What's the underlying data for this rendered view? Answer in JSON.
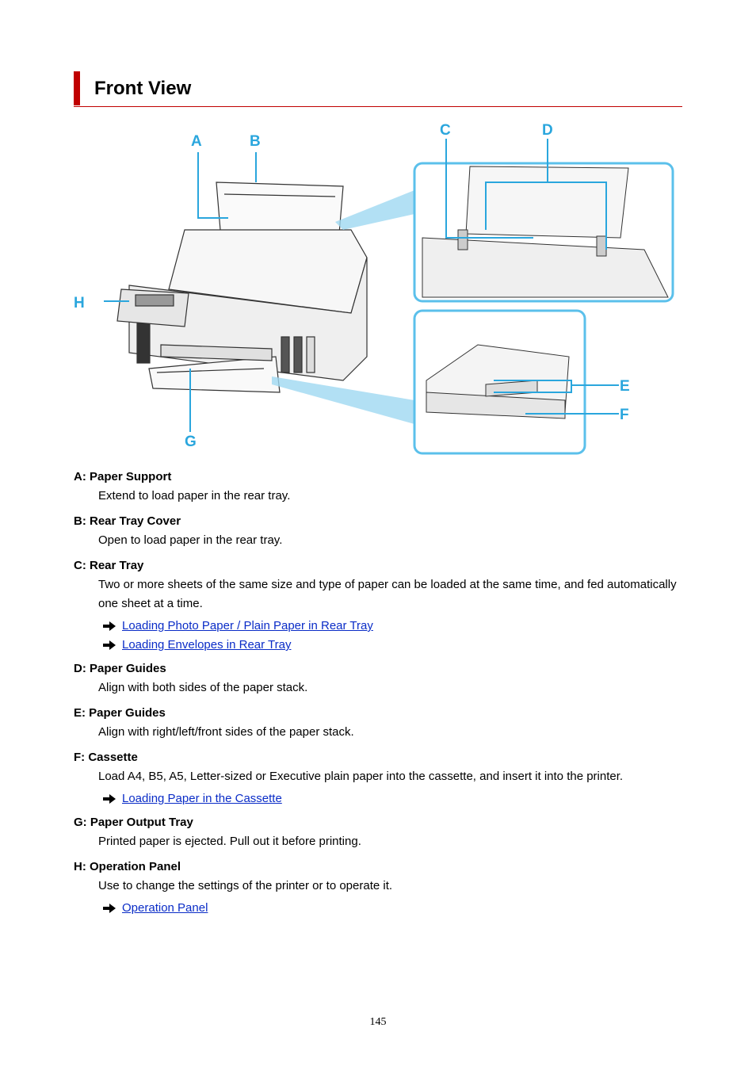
{
  "page": {
    "title": "Front View",
    "page_number": "145"
  },
  "figure": {
    "callouts": [
      "A",
      "B",
      "C",
      "D",
      "E",
      "F",
      "G",
      "H"
    ]
  },
  "items": [
    {
      "term": "A: Paper Support",
      "desc": "Extend to load paper in the rear tray.",
      "links": []
    },
    {
      "term": "B: Rear Tray Cover",
      "desc": "Open to load paper in the rear tray.",
      "links": []
    },
    {
      "term": "C: Rear Tray",
      "desc": "Two or more sheets of the same size and type of paper can be loaded at the same time, and fed automatically one sheet at a time.",
      "links": [
        "Loading Photo Paper / Plain Paper in Rear Tray",
        "Loading Envelopes in Rear Tray"
      ]
    },
    {
      "term": "D: Paper Guides",
      "desc": "Align with both sides of the paper stack.",
      "links": []
    },
    {
      "term": "E: Paper Guides",
      "desc": "Align with right/left/front sides of the paper stack.",
      "links": []
    },
    {
      "term": "F: Cassette",
      "desc": "Load A4, B5, A5, Letter-sized or Executive plain paper into the cassette, and insert it into the printer.",
      "links": [
        "Loading Paper in the Cassette"
      ]
    },
    {
      "term": "G: Paper Output Tray",
      "desc": "Printed paper is ejected. Pull out it before printing.",
      "links": []
    },
    {
      "term": "H: Operation Panel",
      "desc": "Use to change the settings of the printer or to operate it.",
      "links": [
        "Operation Panel"
      ]
    }
  ],
  "colors": {
    "accent": "#c00000",
    "link": "#0a2cc7",
    "callout_blue": "#5bc0eb"
  },
  "icons": {
    "link_arrow": "right-arrow-icon"
  }
}
